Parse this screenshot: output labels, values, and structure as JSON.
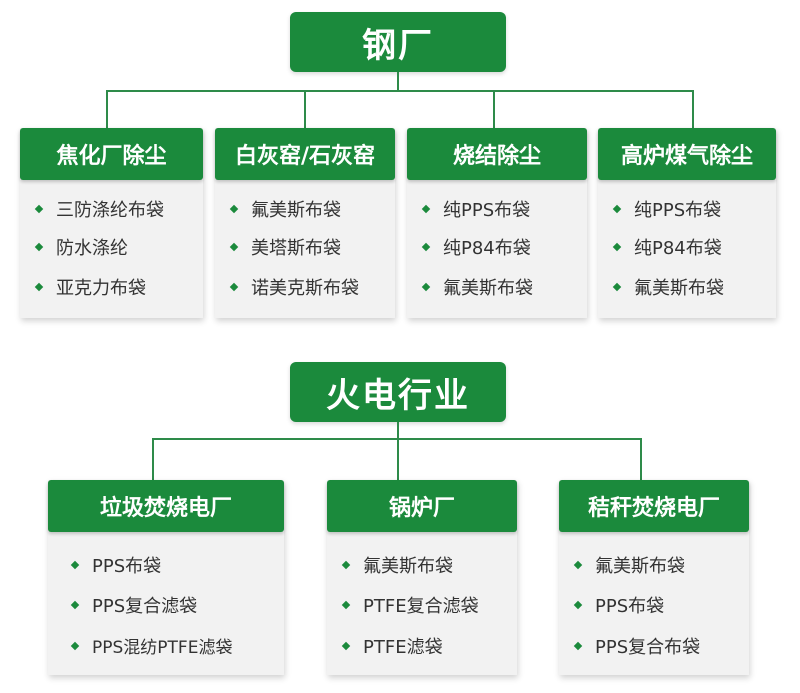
{
  "sections": [
    {
      "title": "钢厂",
      "cards": [
        {
          "title": "焦化厂除尘",
          "items": [
            "三防涤纶布袋",
            "防水涤纶",
            "亚克力布袋"
          ]
        },
        {
          "title": "白灰窑/石灰窑",
          "items": [
            "氟美斯布袋",
            "美塔斯布袋",
            "诺美克斯布袋"
          ]
        },
        {
          "title": "烧结除尘",
          "items": [
            "纯PPS布袋",
            "纯P84布袋",
            "氟美斯布袋"
          ]
        },
        {
          "title": "高炉煤气除尘",
          "items": [
            "纯PPS布袋",
            "纯P84布袋",
            "氟美斯布袋"
          ]
        }
      ]
    },
    {
      "title": "火电行业",
      "cards": [
        {
          "title": "垃圾焚烧电厂",
          "items": [
            "PPS布袋",
            "PPS复合滤袋",
            "PPS混纺PTFE滤袋"
          ]
        },
        {
          "title": "锅炉厂",
          "items": [
            "氟美斯布袋",
            "PTFE复合滤袋",
            "PTFE滤袋"
          ]
        },
        {
          "title": "秸秆焚烧电厂",
          "items": [
            "氟美斯布袋",
            "PPS布袋",
            "PPS复合布袋"
          ]
        }
      ]
    }
  ],
  "colors": {
    "accent": "#1b8a3c",
    "card_bg": "#f2f2f2",
    "text": "#333333"
  }
}
